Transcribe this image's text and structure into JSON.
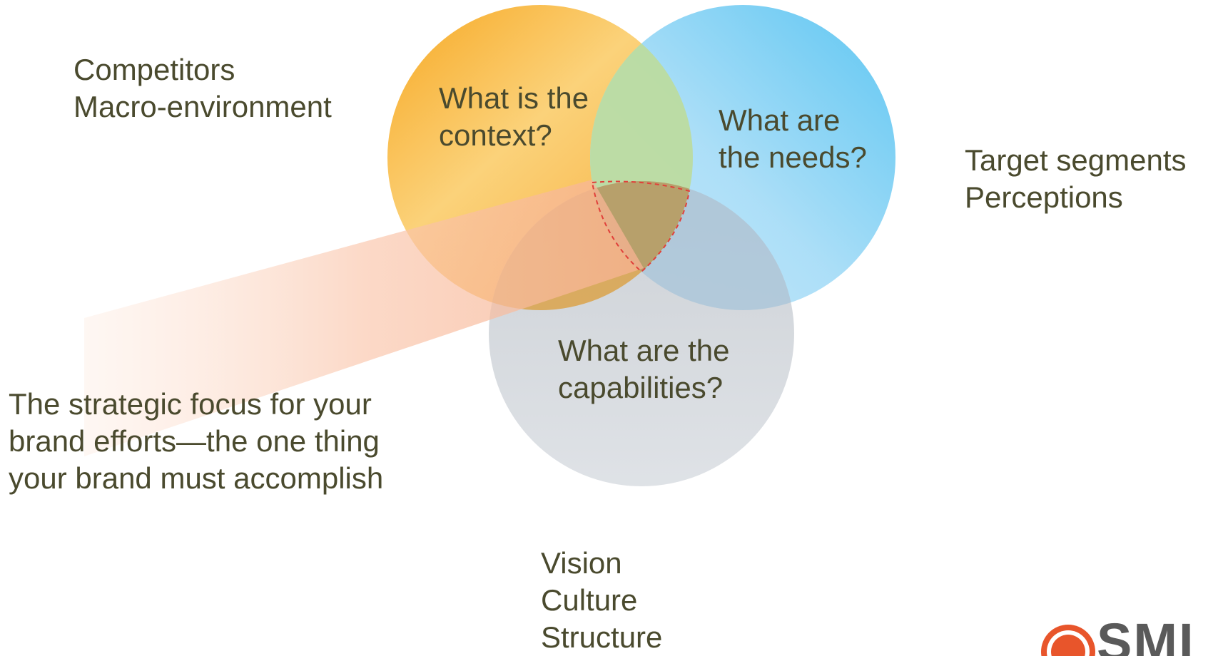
{
  "venn": {
    "circles": [
      {
        "name": "context",
        "question": "What is the\ncontext?",
        "color": "#f7a823"
      },
      {
        "name": "needs",
        "question": "What are\nthe needs?",
        "color": "#55c3f1"
      },
      {
        "name": "capabilities",
        "question": "What are the\ncapabilities?",
        "color": "#b9bfc7"
      }
    ],
    "center_outline_color": "#e0403a"
  },
  "labels": {
    "context_info": "Competitors\nMacro-environment",
    "needs_info": "Target segments\nPerceptions",
    "capabilities_info": "Vision\nCulture\nStructure",
    "focus": "The strategic focus for your\nbrand efforts—the one thing\nyour brand must accomplish"
  },
  "colors": {
    "text": "#4a4a2e",
    "focus_beam": "#fac7ad",
    "logo_orange": "#e8552b",
    "logo_gray": "#5a5a5a"
  },
  "logo": {
    "text": "SMI"
  }
}
